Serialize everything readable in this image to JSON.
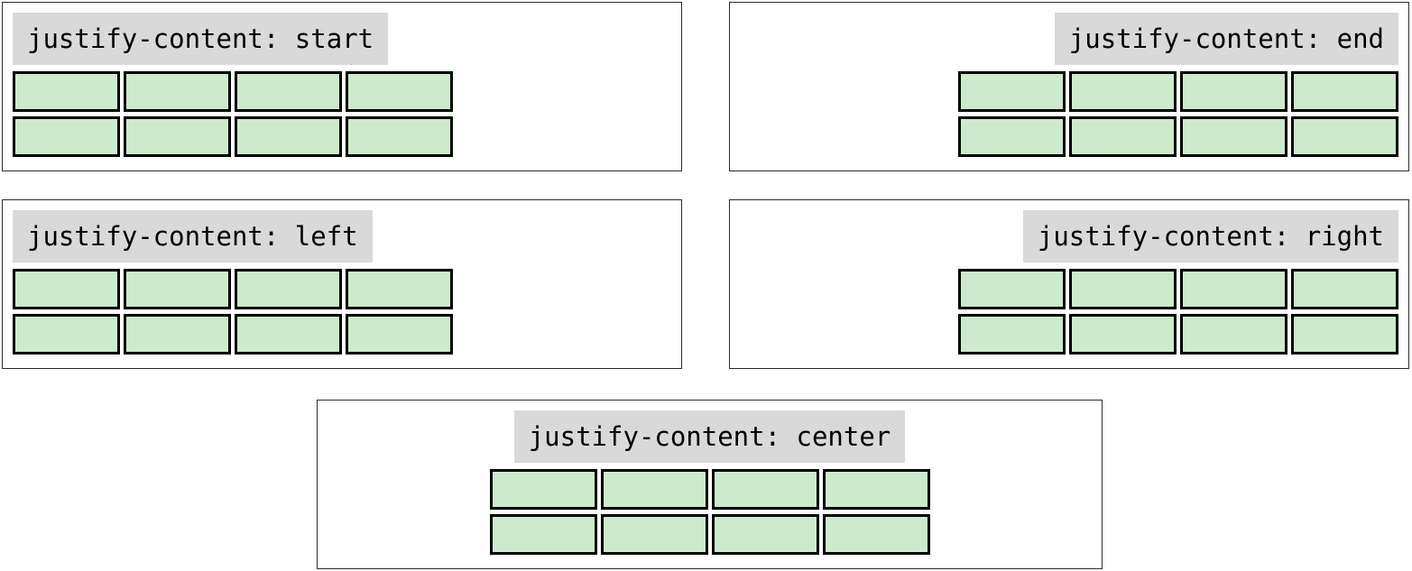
{
  "page": {
    "title": "CSS justify-content demonstration",
    "panel_count": 5,
    "boxes_per_row": 4,
    "rows_per_panel": 2
  },
  "colors": {
    "page_background": "#ffffff",
    "panel_border": "#2b2b2b",
    "caption_background": "#d9d9d9",
    "caption_text": "#000000",
    "box_fill": "#cdeacd",
    "box_border": "#000000"
  },
  "panels": [
    {
      "id": "start",
      "caption": "justify-content: start",
      "alignment": "start",
      "position": "top-left",
      "rows": [
        {
          "boxes": [
            "",
            "",
            "",
            ""
          ]
        },
        {
          "boxes": [
            "",
            "",
            "",
            ""
          ]
        }
      ]
    },
    {
      "id": "end",
      "caption": "justify-content: end",
      "alignment": "end",
      "position": "top-right",
      "rows": [
        {
          "boxes": [
            "",
            "",
            "",
            ""
          ]
        },
        {
          "boxes": [
            "",
            "",
            "",
            ""
          ]
        }
      ]
    },
    {
      "id": "left",
      "caption": "justify-content: left",
      "alignment": "start",
      "position": "middle-left",
      "rows": [
        {
          "boxes": [
            "",
            "",
            "",
            ""
          ]
        },
        {
          "boxes": [
            "",
            "",
            "",
            ""
          ]
        }
      ]
    },
    {
      "id": "right",
      "caption": "justify-content: right",
      "alignment": "end",
      "position": "middle-right",
      "rows": [
        {
          "boxes": [
            "",
            "",
            "",
            ""
          ]
        },
        {
          "boxes": [
            "",
            "",
            "",
            ""
          ]
        }
      ]
    },
    {
      "id": "center",
      "caption": "justify-content: center",
      "alignment": "center",
      "position": "bottom-center",
      "rows": [
        {
          "boxes": [
            "",
            "",
            "",
            ""
          ]
        },
        {
          "boxes": [
            "",
            "",
            "",
            ""
          ]
        }
      ]
    }
  ]
}
